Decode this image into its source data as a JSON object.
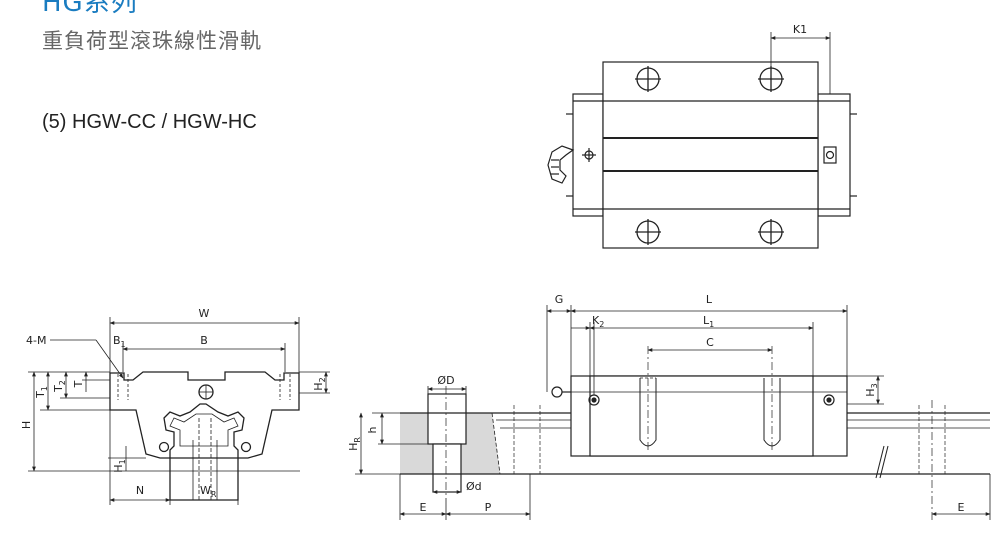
{
  "header": {
    "series_title": "HG系列",
    "subtitle": "重負荷型滾珠線性滑軌",
    "model_label": "(5) HGW-CC / HGW-HC"
  },
  "dimension_labels": {
    "K1": "K1",
    "W": "W",
    "B1": "B",
    "B1_sub": "1",
    "B": "B",
    "four_M": "4-M",
    "T1": "T",
    "T1_sub": "1",
    "T2": "T",
    "T2_sub": "2",
    "T": "T",
    "H2": "H",
    "H2_sub": "2",
    "H": "H",
    "H1": "H",
    "H1_sub": "1",
    "N": "N",
    "WR": "W",
    "WR_sub": "R",
    "phiD": "ØD",
    "h": "h",
    "HR": "H",
    "HR_sub": "R",
    "phid": "Ød",
    "E_left": "E",
    "P": "P",
    "G": "G",
    "L": "L",
    "K2": "K",
    "K2_sub": "2",
    "L1": "L",
    "L1_sub": "1",
    "C": "C",
    "H3": "H",
    "H3_sub": "3",
    "E_right": "E"
  },
  "colors": {
    "title": "#1a7cc0",
    "line": "#222222",
    "rail_fill": "#d9d9d9"
  }
}
